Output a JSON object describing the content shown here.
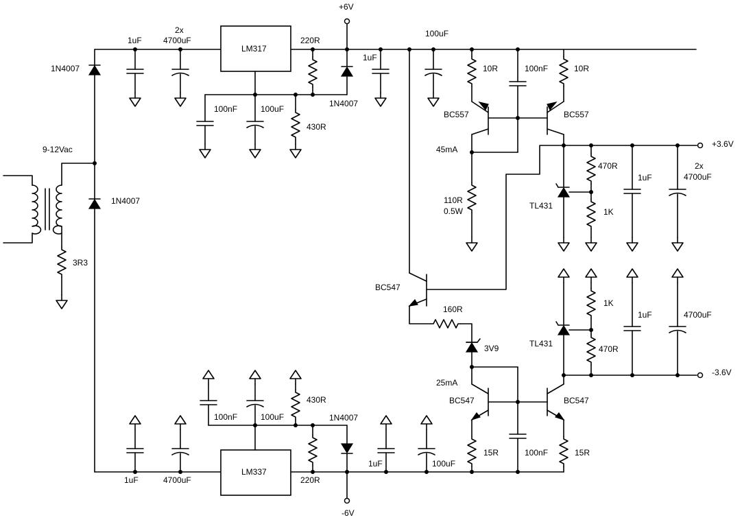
{
  "supply": {
    "transformer_label": "9-12Vac",
    "pos_in_label": "+6V",
    "neg_in_label": "-6V",
    "pos_out_label": "+3.6V",
    "neg_out_label": "-3.6V"
  },
  "positive_regulator": {
    "diode": "1N4007",
    "cap_in1": "1uF",
    "cap_in2_l1": "2x",
    "cap_in2_l2": "4700uF",
    "ic": "LM317",
    "r_top": "220R",
    "r_adj": "430R",
    "adj_cap1": "100nF",
    "adj_cap2": "100uF",
    "prot_diode": "1N4007",
    "cap_out1": "1uF",
    "cap_out2": "100uF"
  },
  "negative_regulator": {
    "diode": "1N4007",
    "cap_in1": "1uF",
    "cap_in2": "4700uF",
    "ic": "LM337",
    "r_top": "220R",
    "r_adj": "430R",
    "adj_cap1": "100nF",
    "adj_cap2": "100uF",
    "prot_diode": "1N4007",
    "cap_out1": "1uF",
    "cap_out2": "100uF"
  },
  "ground_resistor": "3R3",
  "pos_current_source": {
    "r_left": "10R",
    "r_right": "10R",
    "cap": "100nF",
    "q_left": "BC557",
    "q_right": "BC557",
    "current": "45mA",
    "r_set_l1": "110R",
    "r_set_l2": "0.5W"
  },
  "pos_shunt": {
    "ref": "TL431",
    "r_top": "470R",
    "r_bottom": "1K",
    "cap1": "1uF",
    "cap2_l1": "2x",
    "cap2_l2": "4700uF"
  },
  "neg_shunt": {
    "ref": "TL431",
    "r_top": "1K",
    "r_bottom": "470R",
    "cap1": "1uF",
    "cap2": "4700uF"
  },
  "neg_current_source": {
    "q_mid": "BC547",
    "r_base": "160R",
    "zener": "3V9",
    "current": "25mA",
    "q_left": "BC547",
    "q_right": "BC547",
    "r_left": "15R",
    "r_right": "15R",
    "cap": "100nF"
  }
}
